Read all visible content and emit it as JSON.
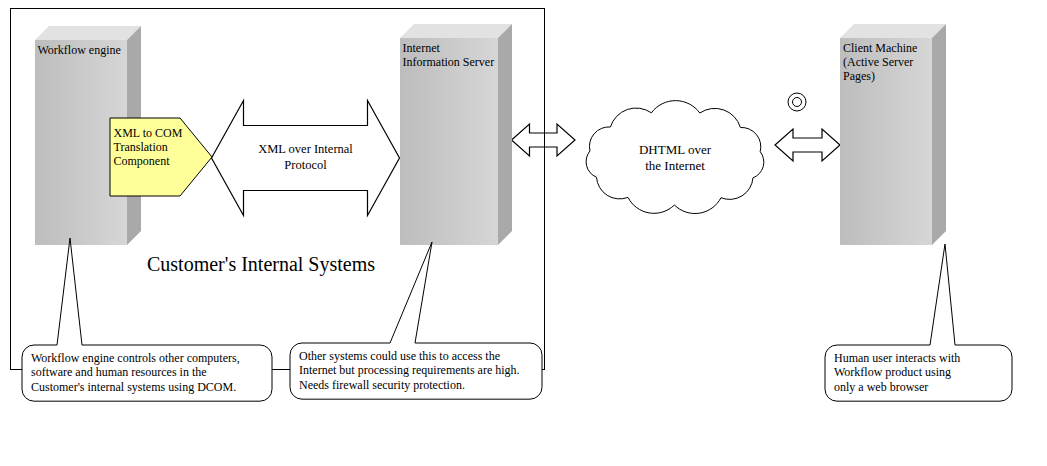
{
  "diagram": {
    "nodes": [
      {
        "text": [
          "Customer's Internal Systems"
        ]
      },
      {
        "text": [
          "Workflow engine"
        ],
        "in": 0
      },
      {
        "text": [
          "XML to COM Translation Component"
        ],
        "in": 0
      },
      {
        "text": [
          "Internet Information Server"
        ],
        "in": 0
      },
      {
        "text": [
          "DHTML over the Internet"
        ]
      },
      {
        "text": [
          "Client Machine (Active Server Pages)"
        ]
      },
      {
        "text": [
          "Workflow engine controls other computers, software and human resources in the Customer's internal systems using DCOM."
        ]
      },
      {
        "text": [
          "Other systems could use this to access the Internet but processing requirements are high. Needs firewall security protection."
        ]
      },
      {
        "text": [
          "Human user interacts with Workflow product using only a web browser"
        ]
      }
    ],
    "edges": [
      {
        "from": 2,
        "to": 3,
        "arrow": "both",
        "label": "XML over Internal Protocol"
      },
      {
        "from": 3,
        "to": 4,
        "arrow": "both"
      },
      {
        "from": 4,
        "to": 5,
        "arrow": "both"
      }
    ]
  }
}
